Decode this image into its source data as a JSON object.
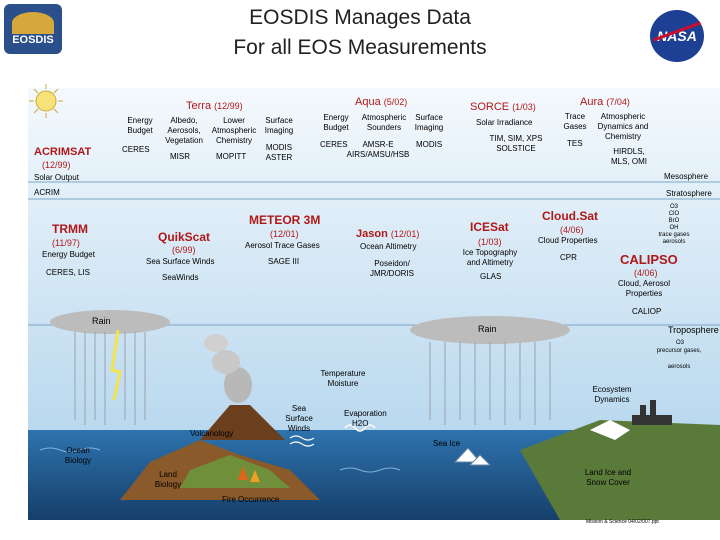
{
  "title": {
    "line1": "EOSDIS Manages Data",
    "line2": "For all EOS Measurements"
  },
  "logos": {
    "eosdis": "EOSDIS",
    "nasa": "NASA"
  },
  "missions": {
    "terra": {
      "name": "Terra",
      "date": "(12/99)",
      "measurements": [
        "Energy Budget",
        "Albedo, Aerosols, Vegetation",
        "Lower Atmospheric Chemistry",
        "Surface Imaging"
      ],
      "instruments": [
        "CERES",
        "MISR",
        "MOPITT",
        "MODIS ASTER"
      ]
    },
    "aqua": {
      "name": "Aqua",
      "date": "(5/02)",
      "measurements": [
        "Energy Budget",
        "Atmospheric Sounders",
        "Surface Imaging"
      ],
      "instruments": [
        "CERES",
        "AMSR-E AIRS/AMSU/HSB",
        "MODIS"
      ]
    },
    "sorce": {
      "name": "SORCE",
      "date": "(1/03)",
      "measurement": "Solar Irradiance",
      "instruments": "TIM, SIM, XPS SOLSTICE"
    },
    "aura": {
      "name": "Aura",
      "date": "(7/04)",
      "measurements": [
        "Trace Gases",
        "Atmospheric Dynamics and Chemistry"
      ],
      "instruments": [
        "TES",
        "HIRDLS, MLS, OMI"
      ]
    },
    "acrimsat": {
      "name": "ACRIMSAT",
      "date": "(12/99)",
      "measurement": "Solar Output",
      "instrument": "ACRIM"
    },
    "trmm": {
      "name": "TRMM",
      "date": "(11/97)",
      "measurement": "Energy Budget",
      "instruments": "CERES, LIS"
    },
    "quikscat": {
      "name": "QuikScat",
      "date": "(6/99)",
      "measurement": "Sea Surface Winds",
      "instrument": "SeaWinds"
    },
    "meteor": {
      "name": "METEOR 3M",
      "date": "(12/01)",
      "measurement": "Aerosol Trace Gases",
      "instrument": "SAGE III"
    },
    "jason": {
      "name": "Jason",
      "date": "(12/01)",
      "measurement": "Ocean Altimetry",
      "instruments": "Poseidon/ JMR/DORIS"
    },
    "icesat": {
      "name": "ICESat",
      "date": "(1/03)",
      "measurement": "Ice Topography and Altimetry",
      "instrument": "GLAS"
    },
    "cloudsat": {
      "name": "Cloud.Sat",
      "date": "(4/06)",
      "measurement": "Cloud Properties",
      "instrument": "CPR"
    },
    "calipso": {
      "name": "CALIPSO",
      "date": "(4/06)",
      "measurement": "Cloud, Aerosol Properties",
      "instrument": "CALIOP"
    }
  },
  "layers": {
    "mesosphere": "Mesosphere",
    "stratosphere": "Stratosphere",
    "troposphere": "Troposphere"
  },
  "strat_species": [
    "O3",
    "ClO",
    "BrO",
    "OH",
    "trace gases",
    "aerosols"
  ],
  "trop_species": [
    "O3",
    "precursor gases,",
    "aerosols"
  ],
  "surface_labels": {
    "rain_left": "Rain",
    "rain_right": "Rain",
    "temp_moisture": "Temperature Moisture",
    "volcanology": "Volcanology",
    "sea_surface_winds": "Sea Surface Winds",
    "evaporation": "Evaporation",
    "h2o": "H2O",
    "sea_ice": "Sea Ice",
    "ocean_biology": "Ocean Biology",
    "land_biology": "Land Biology",
    "fire": "Fire Occurrence",
    "ecosystem": "Ecosystem Dynamics",
    "land_ice": "Land Ice and Snow Cover"
  },
  "footer": "Mission & Science 04/02/007.ppt",
  "colors": {
    "title": "#222222",
    "satellite": "#b01818",
    "sky_top": "#e9f3fa",
    "sky_bottom": "#b9d8ee",
    "ocean": "#1a5b93"
  }
}
